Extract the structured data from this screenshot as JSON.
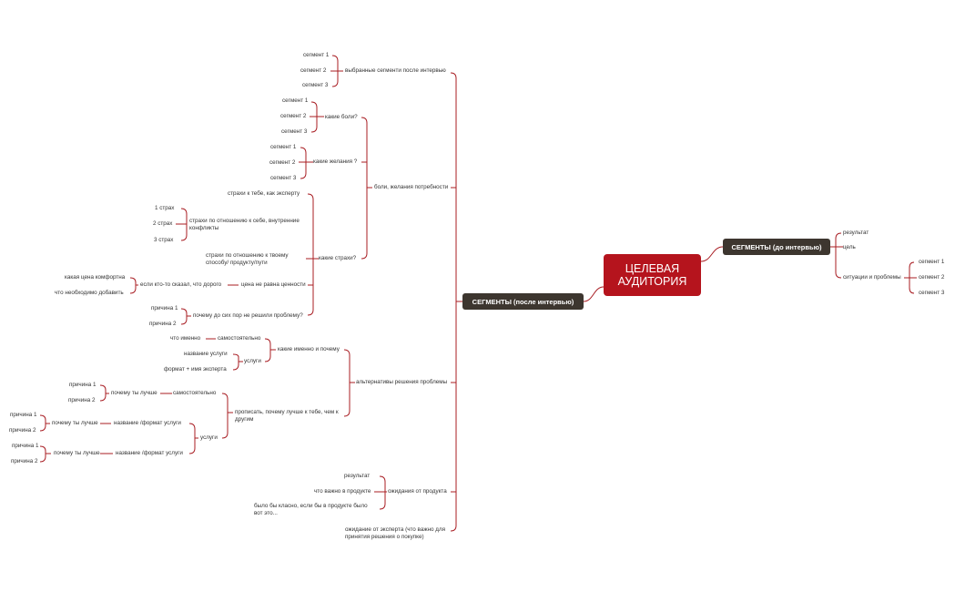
{
  "root": {
    "title": "ЦЕЛЕВАЯ АУДИТОРИЯ"
  },
  "right": {
    "title": "СЕГМЕНТЫ (до интервью)",
    "result": "результат",
    "goal": "цель",
    "situations": "ситуации и проблемы",
    "seg1": "сегмент 1",
    "seg2": "сегмент 2",
    "seg3": "сегмент 3"
  },
  "left": {
    "title": "СЕГМЕНТЫ (после интервью)",
    "chosen": {
      "label": "выбранные сегменти после интервью",
      "s1": "сегмент 1",
      "s2": "сегмент 2",
      "s3": "сегмент 3"
    },
    "pains": {
      "label": "боли, желания потребности",
      "what_pains": "какие боли?",
      "p1": "сегмент 1",
      "p2": "сегмент 2",
      "p3": "сегмент 3",
      "what_wishes": "какие желания ?",
      "w1": "сегмент 1",
      "w2": "сегмент 2",
      "w3": "сегмент 3",
      "what_fears": "какие страхи?",
      "fear_expert": "страхи к тебе, как эксперту",
      "fear_self": "страхи по отношению к себе, внутренние конфликты",
      "f1": "1 страх",
      "f2": "2 страх",
      "f3": "3 страх",
      "fear_method": "страхи по отношению к твоему способу/ продукту/пути",
      "price": "цена не равна ценности",
      "expensive": "если кто-то сказал, что дорого",
      "comfort_price": "какая цена комфортна",
      "add_what": "что необходимо добавить",
      "why_not": "почему до сих пор не решили проблему?",
      "r1": "причина 1",
      "r2": "причина 2"
    },
    "alternatives": {
      "label": "альтернативы решения проблемы",
      "which": "какие именно и почему",
      "self": "самостоятельно",
      "what_exactly": "что именно",
      "services": "услуги",
      "service_name": "название услуги",
      "format_expert": "формат + имя эксперта",
      "explain": "прописать, почему лучше к тебе, чем к другим",
      "self2": "самостоятельно",
      "why_better1": "почему ты лучше",
      "a1": "причина 1",
      "a2": "причина 2",
      "services2": "услуги",
      "format1": "название /формат услуги",
      "why_better2": "почему ты лучше",
      "b1": "причина 1",
      "b2": "причина 2",
      "format2": "название /формат услуги",
      "why_better3": "почему ты лучше",
      "c1": "причина 1",
      "c2": "причина 2"
    },
    "expectations": {
      "label": "ожидания от продукта",
      "result": "результат",
      "important": "что важно в продукте",
      "would_be": "было бы класно, если бы в продукте было вот это...",
      "expert": "ожидание от эксперта (что важно для принятия решения о покупке)"
    }
  },
  "colors": {
    "accent": "#b5141d",
    "node": "#3d362f",
    "line": "#a81c22",
    "text": "#333333"
  }
}
